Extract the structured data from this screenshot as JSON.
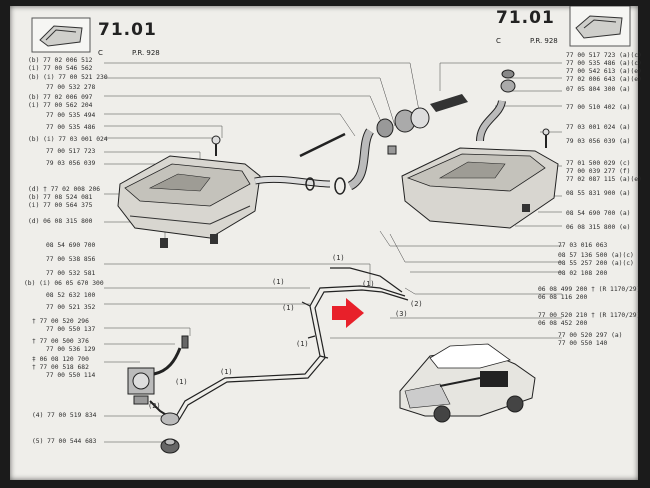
{
  "header_left": {
    "section": "71.01",
    "sub_c": "C",
    "sub_pr": "P.R. 928"
  },
  "header_right": {
    "section": "71.01",
    "sub_c": "C",
    "sub_pr": "P.R. 928"
  },
  "left_labels": [
    {
      "text": "(b) 77 02 006 512"
    },
    {
      "text": "(i) 77 00 546 562"
    },
    {
      "text": "(b) (i) 77 00 521 230"
    },
    {
      "text": "77 00 532 278"
    },
    {
      "text": "(b) 77 02 006 097"
    },
    {
      "text": "(i) 77 00 562 204"
    },
    {
      "text": "77 00 535 494"
    },
    {
      "text": "77 00 535 486"
    },
    {
      "text": "(b) (i) 77 03 001 024"
    },
    {
      "text": "77 00 517 723"
    },
    {
      "text": "79 03 056 039"
    },
    {
      "text": "(d) † 77 02 008 206"
    },
    {
      "text": "(b) 77 08 524 081"
    },
    {
      "text": "(i) 77 00 564 375"
    },
    {
      "text": "(d) 06 08 315 800"
    },
    {
      "text": "08 54 690 700"
    },
    {
      "text": "77 00 538 856"
    },
    {
      "text": "77 00 532 581"
    },
    {
      "text": "(b) (i) 06 05 670 300"
    },
    {
      "text": "08 52 632 100"
    },
    {
      "text": "77 00 521 352"
    },
    {
      "text": "† 77 00 520 296"
    },
    {
      "text": "77 00 550 137"
    },
    {
      "text": "† 77 00 500 376"
    },
    {
      "text": "77 00 536 129"
    },
    {
      "text": "‡ 06 08 120 700"
    },
    {
      "text": "† 77 00 518 682"
    },
    {
      "text": "77 00 550 114"
    },
    {
      "text": "(4) 77 00 519 834"
    },
    {
      "text": "(5) 77 00 544 683"
    }
  ],
  "right_labels": [
    {
      "text": "77 00 517 723 (a)(c)"
    },
    {
      "text": "77 00 535 486 (a)(c)"
    },
    {
      "text": "77 00 542 613 (a)(e)"
    },
    {
      "text": "77 02 006 643 (a)(e)"
    },
    {
      "text": "07 05 804 300 (a)"
    },
    {
      "text": "77 00 510 402 (a)"
    },
    {
      "text": "77 03 001 024 (a)"
    },
    {
      "text": "79 03 056 039 (a)"
    },
    {
      "text": "77 01 500 029 (c)"
    },
    {
      "text": "77 00 039 277 (f)"
    },
    {
      "text": "77 02 087 115 (a)(e)"
    },
    {
      "text": "08 55 831 900 (a)"
    },
    {
      "text": "08 54 690 700 (a)"
    },
    {
      "text": "06 08 315 800 (e)"
    },
    {
      "text": "77 03 016 063"
    },
    {
      "text": "08 57 136 500 (a)(c)"
    },
    {
      "text": "08 55 257 200 (a)(c)"
    },
    {
      "text": "08 02 108 200"
    },
    {
      "text": "06 08 499 200 † (R 1170/29)"
    },
    {
      "text": "06 08 116 200"
    },
    {
      "text": "77 00 520 210 † (R 1170/29)"
    },
    {
      "text": "06 08 452 200"
    },
    {
      "text": "77 00 520 297 (a)"
    },
    {
      "text": "77 00 550 140"
    }
  ],
  "callouts": [
    "(1)",
    "(1)",
    "(1)",
    "(1)",
    "(1)",
    "(1)",
    "(2)",
    "(2)",
    "(3)",
    "(1)"
  ],
  "colors": {
    "paper": "#efeeea",
    "ink": "#2a2a2a",
    "arrow": "#e8202a"
  }
}
